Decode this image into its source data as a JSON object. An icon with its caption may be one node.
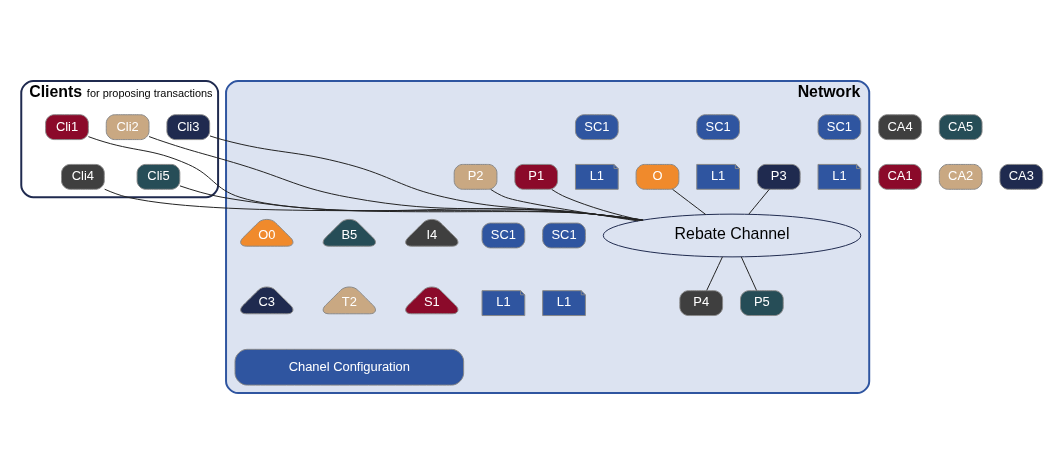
{
  "diagram": {
    "nodes": [
      {
        "text": [
          "Clients",
          "for proposing transactions"
        ]
      },
      {
        "text": [
          "Cli1"
        ],
        "in": 0
      },
      {
        "text": [
          "Cli2"
        ],
        "in": 0
      },
      {
        "text": [
          "Cli3"
        ],
        "in": 0
      },
      {
        "text": [
          "Cli4"
        ],
        "in": 0
      },
      {
        "text": [
          "Cli5"
        ],
        "in": 0
      },
      {
        "text": [
          "Network"
        ]
      },
      {
        "text": [
          "SC1"
        ],
        "in": 6
      },
      {
        "text": [
          "L1"
        ],
        "in": 6
      },
      {
        "text": [
          "P1"
        ],
        "in": 6
      },
      {
        "text": [
          "SC1"
        ],
        "in": 6
      },
      {
        "text": [
          "L1"
        ],
        "in": 6
      },
      {
        "text": [
          "P2"
        ],
        "in": 6
      },
      {
        "text": [
          "SC1"
        ],
        "in": 6
      },
      {
        "text": [
          "L1"
        ],
        "in": 6
      },
      {
        "text": [
          "P3"
        ],
        "in": 6
      },
      {
        "text": [
          "O"
        ],
        "in": 6
      },
      {
        "text": [
          "Rebate Channel"
        ],
        "in": 6
      },
      {
        "text": [
          "SC1"
        ],
        "in": 6
      },
      {
        "text": [
          "L1"
        ],
        "in": 6
      },
      {
        "text": [
          "P4"
        ],
        "in": 6
      },
      {
        "text": [
          "SC1"
        ],
        "in": 6
      },
      {
        "text": [
          "L1"
        ],
        "in": 6
      },
      {
        "text": [
          "P5"
        ],
        "in": 6
      },
      {
        "text": [
          "I4"
        ],
        "in": 6
      },
      {
        "text": [
          "B5"
        ],
        "in": 6
      },
      {
        "text": [
          "O0"
        ],
        "in": 6
      },
      {
        "text": [
          "S1"
        ],
        "in": 6
      },
      {
        "text": [
          "T2"
        ],
        "in": 6
      },
      {
        "text": [
          "C3"
        ],
        "in": 6
      },
      {
        "text": [
          "Chanel Configuration"
        ],
        "in": 6
      },
      {
        "text": [
          "CA4"
        ]
      },
      {
        "text": [
          "CA5"
        ]
      },
      {
        "text": [
          "CA1"
        ]
      },
      {
        "text": [
          "CA2"
        ]
      },
      {
        "text": [
          "CA3"
        ]
      }
    ],
    "edges": [
      {
        "from": 1,
        "to": 17,
        "arrow": "none"
      },
      {
        "from": 4,
        "to": 17,
        "arrow": "none"
      },
      {
        "from": 2,
        "to": 17,
        "arrow": "none"
      },
      {
        "from": 5,
        "to": 17,
        "arrow": "none"
      },
      {
        "from": 3,
        "to": 17,
        "arrow": "none"
      },
      {
        "from": 9,
        "to": 17,
        "arrow": "none"
      },
      {
        "from": 12,
        "to": 17,
        "arrow": "none"
      },
      {
        "from": 15,
        "to": 17,
        "arrow": "none"
      },
      {
        "from": 16,
        "to": 17,
        "arrow": "none"
      },
      {
        "from": 17,
        "to": 20,
        "arrow": "none"
      },
      {
        "from": 17,
        "to": 23,
        "arrow": "none"
      }
    ]
  }
}
